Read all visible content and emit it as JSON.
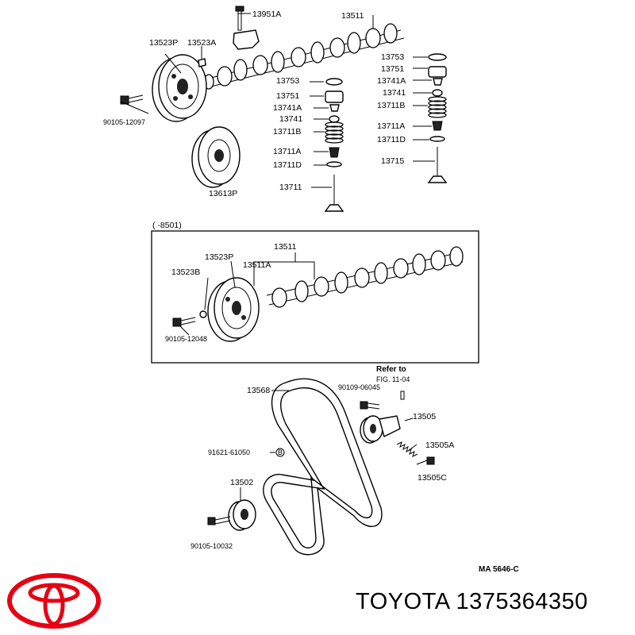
{
  "labels": {
    "p13951A": "13951A",
    "p13511_top": "13511",
    "p13523P_top": "13523P",
    "p13523A": "13523A",
    "b90105_12097": "90105-12097",
    "p13753_mid": "13753",
    "p13751_mid": "13751",
    "p13741A_mid": "13741A",
    "p13741_mid": "13741",
    "p13711B_mid": "13711B",
    "p13711A_mid": "13711A",
    "p13711D_mid": "13711D",
    "p13711": "13711",
    "p13753_r": "13753",
    "p13751_r": "13751",
    "p13741A_r": "13741A",
    "p13741_r": "13741",
    "p13711B_r": "13711B",
    "p13711A_r": "13711A",
    "p13711D_r": "13711D",
    "p13715": "13715",
    "p13613P": "13613P",
    "box_range": "(      -8501)",
    "p13511_box": "13511",
    "p13523P_box": "13523P",
    "p13511A": "13511A",
    "p13523B": "13523B",
    "b90105_12048": "90105-12048",
    "refer_line1": "Refer to",
    "refer_line2": "FIG.  11-04",
    "p13568": "13568",
    "b90109_06045": "90109-06045",
    "p13505": "13505",
    "b91621_61050": "91621-61050",
    "p13505A": "13505A",
    "p13505C": "13505C",
    "p13502": "13502",
    "b90105_10032": "90105-10032",
    "code": "MA 5646-C"
  },
  "footer": {
    "text": "TOYOTA 1375364350"
  },
  "brand": {
    "logo": "toyota-logo",
    "color": "#e60012"
  }
}
